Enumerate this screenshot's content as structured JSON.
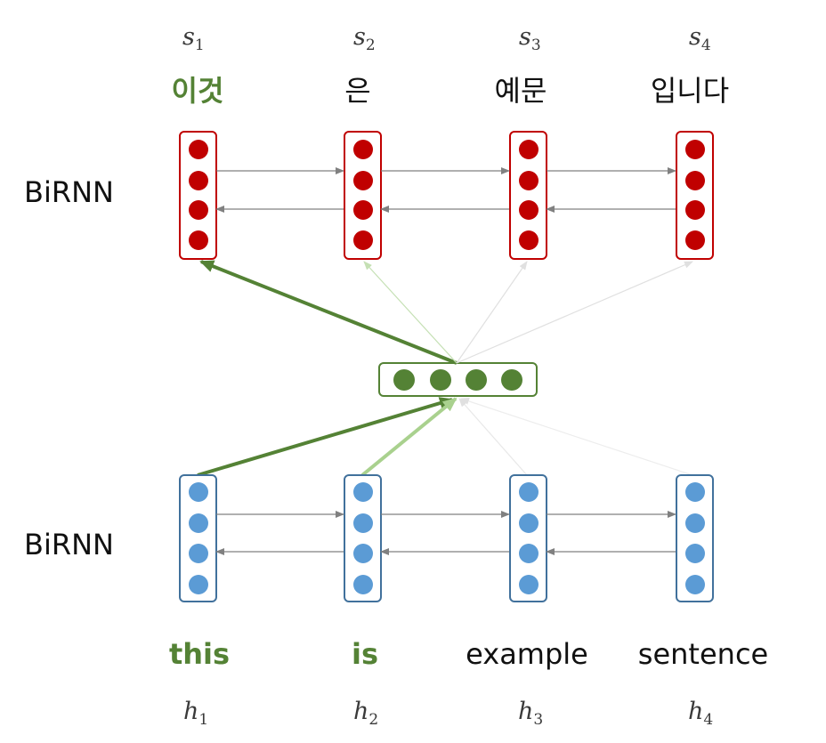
{
  "decoder": {
    "label": "BiRNN",
    "states": [
      {
        "var": "s",
        "index": "1",
        "word": "이것",
        "highlight": true
      },
      {
        "var": "s",
        "index": "2",
        "word": "은",
        "highlight": false
      },
      {
        "var": "s",
        "index": "3",
        "word": "예문",
        "highlight": false
      },
      {
        "var": "s",
        "index": "4",
        "word": "입니다",
        "highlight": false
      }
    ]
  },
  "encoder": {
    "label": "BiRNN",
    "states": [
      {
        "var": "h",
        "index": "1",
        "word": "this",
        "highlight": true
      },
      {
        "var": "h",
        "index": "2",
        "word": "is",
        "highlight": true
      },
      {
        "var": "h",
        "index": "3",
        "word": "example",
        "highlight": false
      },
      {
        "var": "h",
        "index": "4",
        "word": "sentence",
        "highlight": false
      }
    ]
  },
  "attention": {
    "encoder_weights": [
      0.9,
      0.5,
      0.1,
      0.05
    ],
    "decoder_weights": [
      0.9,
      0.3,
      0.1,
      0.05
    ]
  },
  "colors": {
    "decoder_node": "#c00000",
    "encoder_node": "#5b9bd5",
    "encoder_box": "#41719c",
    "context_node": "#548235",
    "highlight_text": "#548235",
    "rnn_arrow": "#808080"
  }
}
